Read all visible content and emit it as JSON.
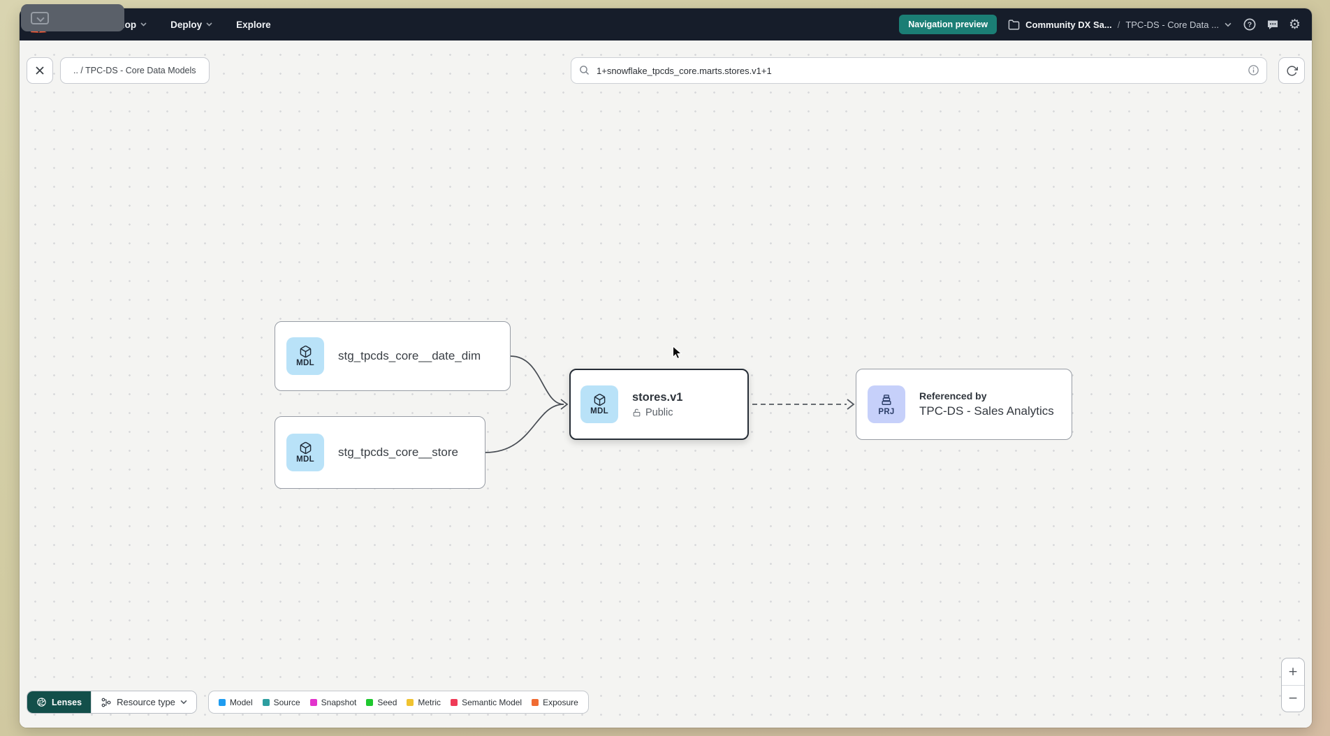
{
  "navbar": {
    "logo_text": "dbt",
    "menus": [
      {
        "label": "Develop"
      },
      {
        "label": "Deploy"
      },
      {
        "label": "Explore"
      }
    ],
    "preview_badge": "Navigation preview",
    "breadcrumb": {
      "account": "Community DX Sa...",
      "separator": "/",
      "project": "TPC-DS - Core Data ..."
    }
  },
  "toolbar": {
    "breadcrumb_chip": ".. / TPC-DS - Core Data Models",
    "search_value": "1+snowflake_tpcds_core.marts.stores.v1+1"
  },
  "graph": {
    "nodes": [
      {
        "badge": "MDL",
        "label": "stg_tpcds_core__date_dim"
      },
      {
        "badge": "MDL",
        "label": "stg_tpcds_core__store"
      },
      {
        "badge": "MDL",
        "label": "stores.v1",
        "access": "Public",
        "selected": true
      },
      {
        "badge": "PRJ",
        "title": "Referenced by",
        "label": "TPC-DS - Sales Analytics"
      }
    ]
  },
  "footer": {
    "lenses_label": "Lenses",
    "resource_type_label": "Resource type",
    "legend": [
      {
        "label": "Model",
        "color": "#1f9cf0"
      },
      {
        "label": "Source",
        "color": "#2d9ea0"
      },
      {
        "label": "Snapshot",
        "color": "#e233cc"
      },
      {
        "label": "Seed",
        "color": "#1fc82f"
      },
      {
        "label": "Metric",
        "color": "#f0c330"
      },
      {
        "label": "Semantic Model",
        "color": "#ef3a57"
      },
      {
        "label": "Exposure",
        "color": "#f06b32"
      }
    ],
    "zoom_in": "+",
    "zoom_out": "−"
  },
  "colors": {
    "navbar_bg": "#161d2a",
    "preview_badge_bg": "#1b7e75",
    "model_badge_bg": "#b9e2f8",
    "project_badge_bg": "#c6d0fa",
    "selected_border": "#262d36",
    "lenses_bg": "#134f4a"
  }
}
